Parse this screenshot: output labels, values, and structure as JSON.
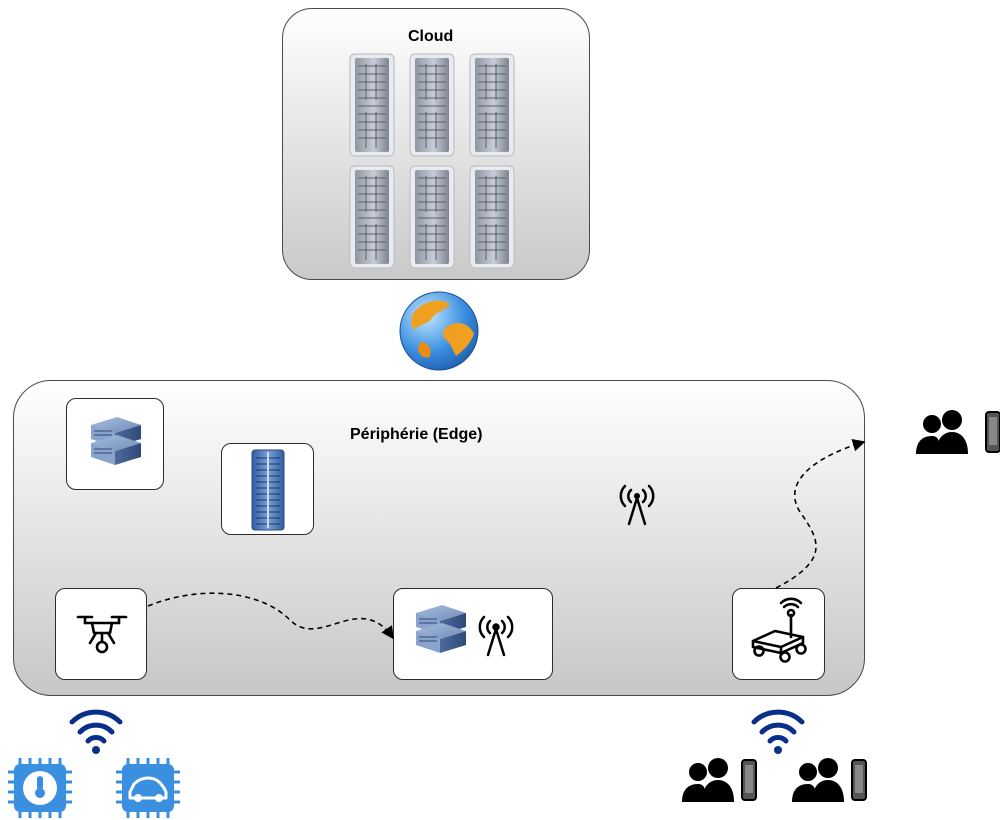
{
  "cloud": {
    "title": "Cloud",
    "server_racks": [
      "server-rack",
      "server-rack",
      "server-rack",
      "server-rack",
      "server-rack",
      "server-rack"
    ]
  },
  "internet": {
    "icon": "globe-icon"
  },
  "edge": {
    "title": "Périphérie (Edge)",
    "nodes": [
      {
        "name": "edge-server-tile",
        "icon": "stacked-servers-icon"
      },
      {
        "name": "edge-rack-tile",
        "icon": "server-rack-icon"
      },
      {
        "name": "antenna-standalone",
        "icon": "antenna-icon"
      },
      {
        "name": "drone-tile",
        "icon": "drone-icon"
      },
      {
        "name": "server-antenna-tile",
        "icon": "server-antenna-icon"
      },
      {
        "name": "rover-tile",
        "icon": "rover-robot-icon"
      }
    ]
  },
  "devices": {
    "iot_left": [
      "thermometer-chip-icon",
      "car-chip-icon"
    ],
    "users_right": [
      "users-with-phone-icon",
      "users-with-phone-icon"
    ],
    "users_offscreen": "users-with-phone-icon"
  },
  "colors": {
    "wifi": "#0a2f8a",
    "chip": "#3b8fe0",
    "rack": "#6f7f92",
    "server_blue": "#6f8bb5"
  }
}
